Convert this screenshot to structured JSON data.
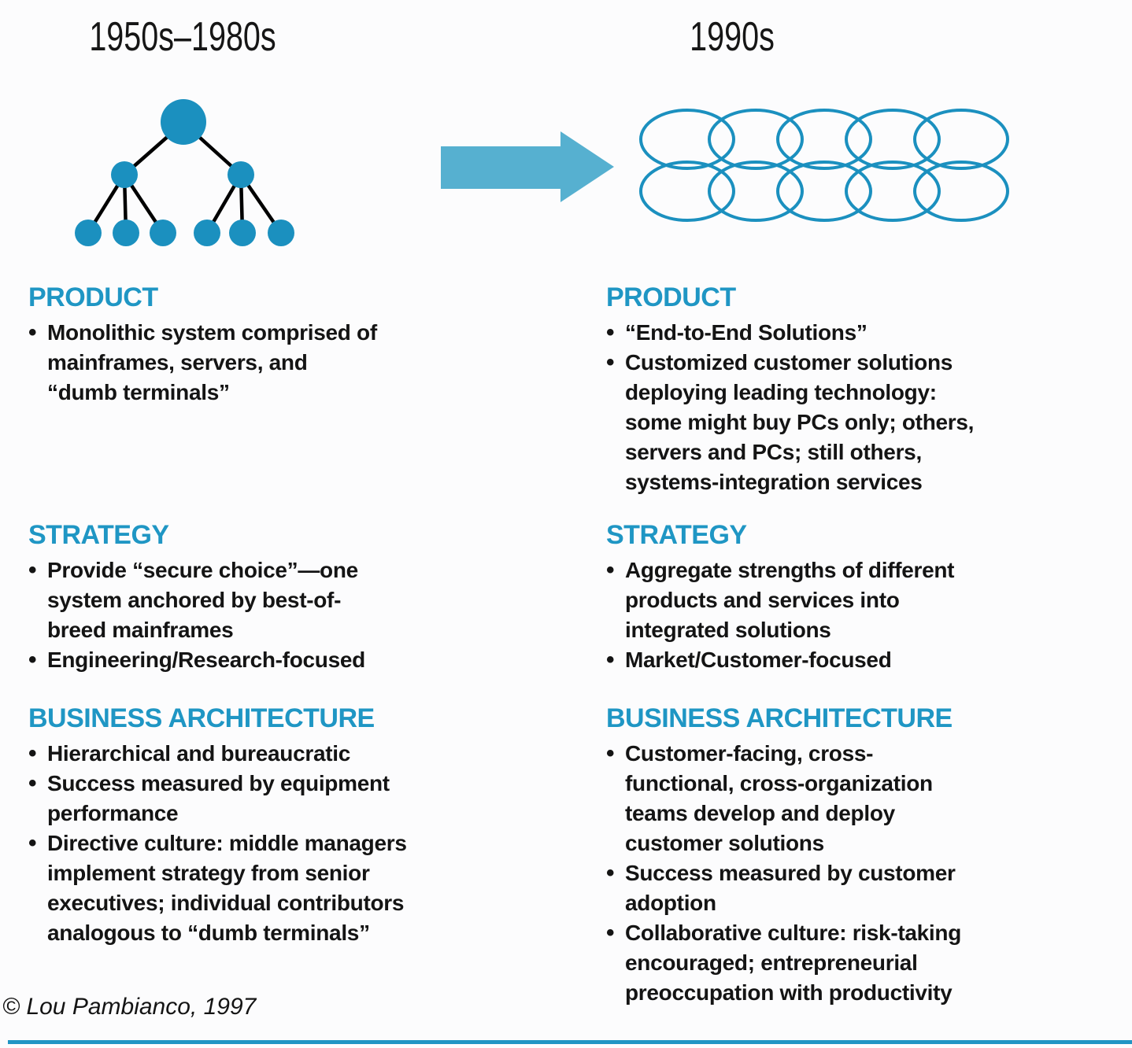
{
  "titles": {
    "left_era": "1950s–1980s",
    "right_era": "1990s"
  },
  "colors": {
    "shape_teal": "#1B90BF",
    "arrow_teal": "#56B0D0",
    "header_teal": "#1F96C4",
    "rule_teal": "#2095C4",
    "connector_black": "#000000",
    "text_color": "#141414"
  },
  "bullet_glyph": "•",
  "diagrams": {
    "left": "hierarchical-tree-of-filled-circles",
    "right": "two-rows-of-interlocking-ring-ellipses",
    "between": "right-pointing-transition-arrow"
  },
  "left_column": {
    "sections": [
      {
        "heading": "PRODUCT",
        "bullets": [
          "Monolithic system comprised of\nmainframes, servers, and\n“dumb terminals”"
        ]
      },
      {
        "heading": "STRATEGY",
        "bullets": [
          "Provide “secure choice”—one\nsystem anchored by best-of-\nbreed mainframes",
          "Engineering/Research-focused"
        ]
      },
      {
        "heading": "BUSINESS ARCHITECTURE",
        "bullets": [
          "Hierarchical and bureaucratic",
          "Success measured by equipment\nperformance",
          "Directive culture: middle managers\nimplement strategy from senior\nexecutives; individual contributors\nanalogous to “dumb terminals”"
        ]
      }
    ]
  },
  "right_column": {
    "sections": [
      {
        "heading": "PRODUCT",
        "bullets": [
          "“End-to-End Solutions”",
          "Customized customer solutions\ndeploying leading technology:\nsome might buy PCs only; others,\nservers and PCs; still others,\nsystems-integration services"
        ]
      },
      {
        "heading": "STRATEGY",
        "bullets": [
          "Aggregate strengths of different\nproducts and services into\nintegrated solutions",
          "Market/Customer-focused"
        ]
      },
      {
        "heading": "BUSINESS ARCHITECTURE",
        "bullets": [
          "Customer-facing, cross-\nfunctional, cross-organization\nteams develop and deploy\ncustomer solutions",
          "Success measured by customer\nadoption",
          "Collaborative culture: risk-taking\nencouraged; entrepreneurial\npreoccupation with productivity"
        ]
      }
    ]
  },
  "footer": {
    "credit": "© Lou Pambianco, 1997"
  }
}
